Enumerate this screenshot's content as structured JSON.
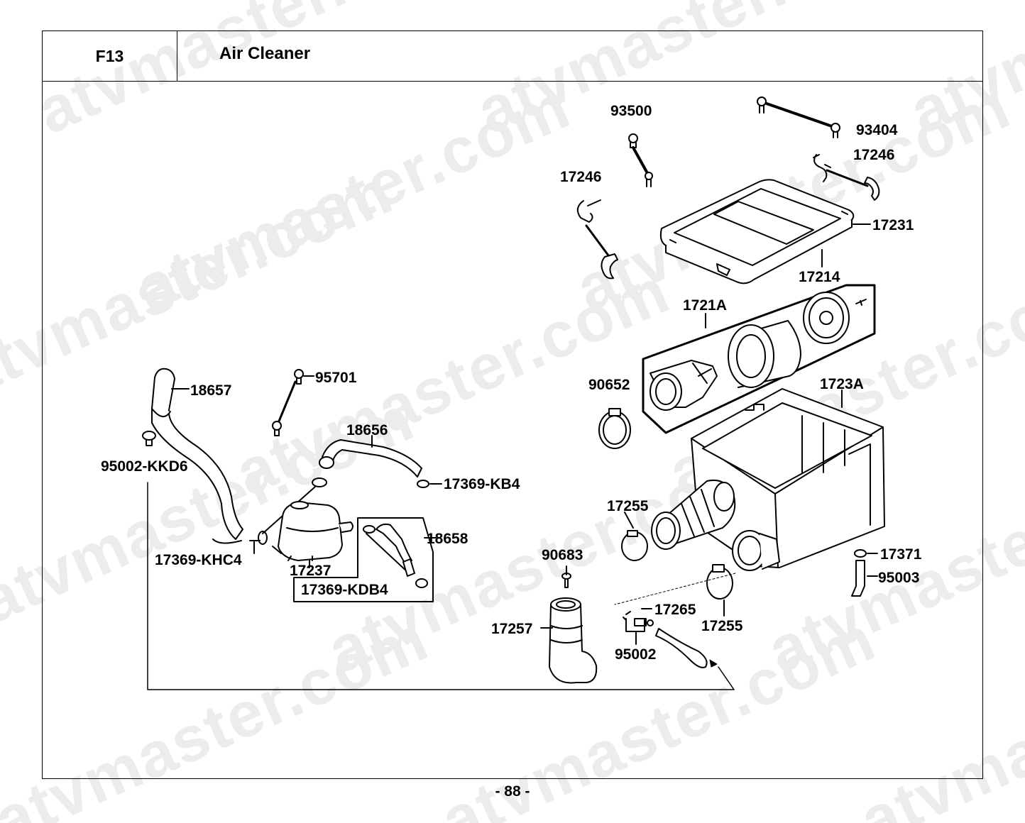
{
  "header": {
    "code": "F13",
    "title": "Air Cleaner"
  },
  "footer": {
    "page_number": "- 88 -"
  },
  "watermark": {
    "text": "atvmaster.com",
    "color": "#ececec"
  },
  "callouts": {
    "c93500": "93500",
    "c93404": "93404",
    "c17246_left": "17246",
    "c17246_right": "17246",
    "c17231": "17231",
    "c17214": "17214",
    "c1721A": "1721A",
    "c90652": "90652",
    "c1723A": "1723A",
    "c18657": "18657",
    "c95701": "95701",
    "c18656": "18656",
    "c95002_kkd6": "95002-KKD6",
    "c17369_kb4": "17369-KB4",
    "c17255_upper": "17255",
    "c18658": "18658",
    "c17369_khc4": "17369-KHC4",
    "c17237": "17237",
    "c90683": "90683",
    "c17371": "17371",
    "c95003": "95003",
    "c17369_kdb4": "17369-KDB4",
    "c17265": "17265",
    "c17255_lower": "17255",
    "c17257": "17257",
    "c95002": "95002"
  }
}
